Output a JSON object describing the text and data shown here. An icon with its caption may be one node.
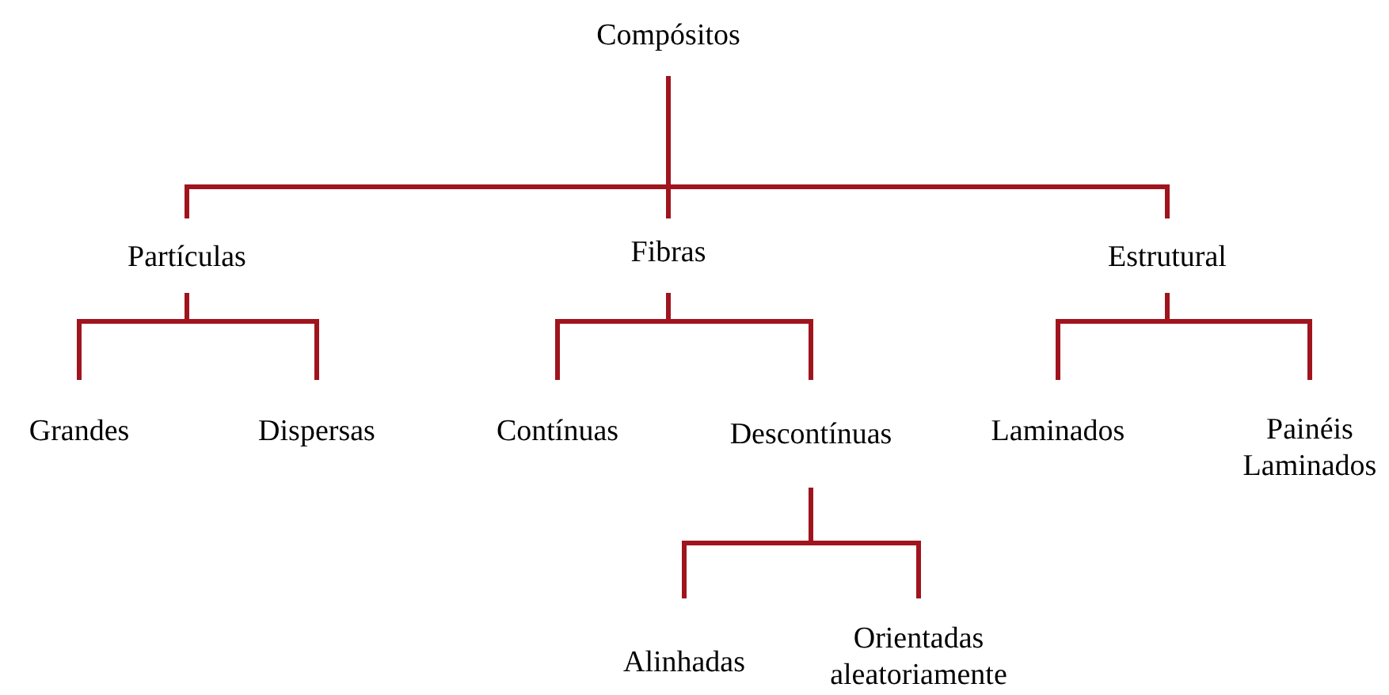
{
  "diagram": {
    "nodes": [
      {
        "text": [
          "Compósitos"
        ]
      },
      {
        "text": [
          "Partículas"
        ]
      },
      {
        "text": [
          "Fibras"
        ]
      },
      {
        "text": [
          "Estrutural"
        ]
      },
      {
        "text": [
          "Grandes"
        ]
      },
      {
        "text": [
          "Dispersas"
        ]
      },
      {
        "text": [
          "Contínuas"
        ]
      },
      {
        "text": [
          "Descontínuas"
        ]
      },
      {
        "text": [
          "Laminados"
        ]
      },
      {
        "text": [
          "Painéis Laminados"
        ]
      },
      {
        "text": [
          "Alinhadas"
        ]
      },
      {
        "text": [
          "Orientadas aleatoriamente"
        ]
      }
    ],
    "edges": [
      {
        "from": 0,
        "to": 1,
        "arrow": "none"
      },
      {
        "from": 0,
        "to": 2,
        "arrow": "none"
      },
      {
        "from": 0,
        "to": 3,
        "arrow": "none"
      },
      {
        "from": 1,
        "to": 4,
        "arrow": "none"
      },
      {
        "from": 1,
        "to": 5,
        "arrow": "none"
      },
      {
        "from": 2,
        "to": 6,
        "arrow": "none"
      },
      {
        "from": 2,
        "to": 7,
        "arrow": "none"
      },
      {
        "from": 3,
        "to": 8,
        "arrow": "none"
      },
      {
        "from": 3,
        "to": 9,
        "arrow": "none"
      },
      {
        "from": 7,
        "to": 10,
        "arrow": "none"
      },
      {
        "from": 7,
        "to": 11,
        "arrow": "none"
      }
    ]
  }
}
